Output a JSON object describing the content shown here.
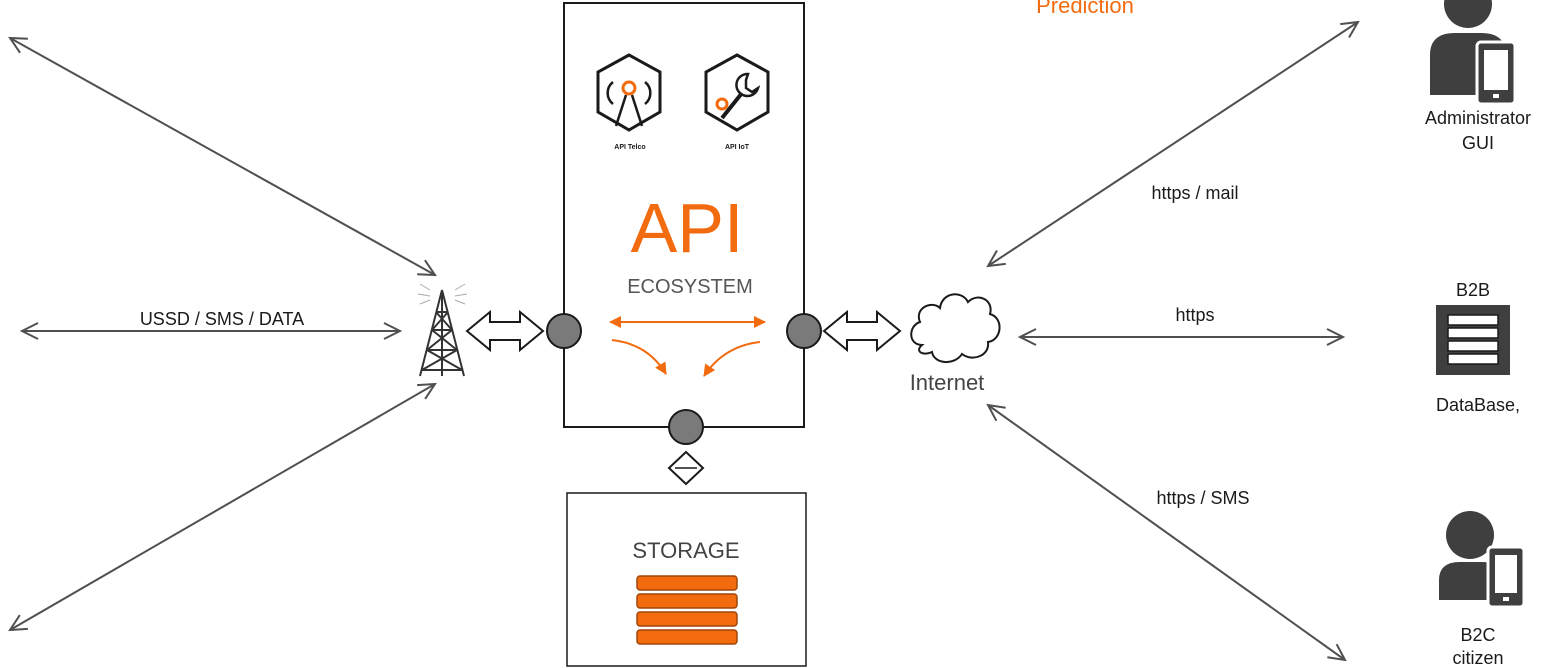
{
  "labels": {
    "prediction": "Prediction",
    "api": "API",
    "ecosystem": "ECOSYSTEM",
    "api_telco": "API Telco",
    "api_iot": "API IoT",
    "storage": "STORAGE",
    "internet": "Internet",
    "ussd_sms_data": "USSD / SMS / DATA",
    "https_mail": "https / mail",
    "https": "https",
    "https_sms": "https / SMS",
    "admin_line1": "Administrator",
    "admin_line2": "GUI",
    "b2b": "B2B",
    "database": "DataBase,",
    "b2c_line1": "B2C",
    "b2c_line2": "citizen"
  },
  "colors": {
    "accent": "#f26b0f",
    "line": "#505050",
    "person": "#3f3f3f",
    "text": "#1a1a1a",
    "node": "#7a7a7a"
  },
  "icons": {
    "telco_api": "antenna-hexagon-icon",
    "iot_api": "wrench-hexagon-icon",
    "tower": "cell-tower-icon",
    "cloud": "cloud-icon",
    "storage": "storage-stack-icon",
    "server": "server-rack-icon",
    "person": "person-with-phone-icon"
  }
}
